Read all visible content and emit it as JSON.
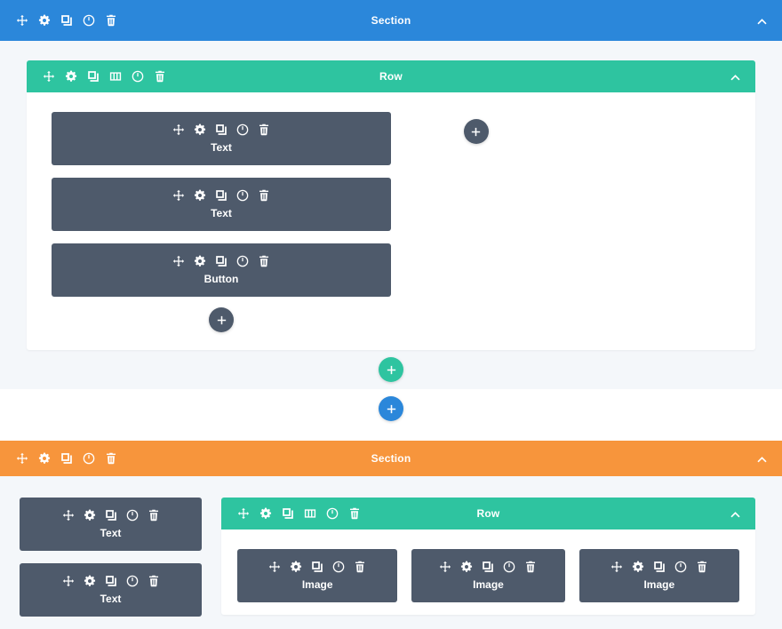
{
  "app": {
    "type": "visual-page-builder-wireframe"
  },
  "colors": {
    "section_blue": "#2b87da",
    "section_orange": "#f7953c",
    "row_green": "#2ec4a0",
    "module_dark": "#4e5a6b",
    "section_body_bg": "#f4f7fa",
    "row_body_bg": "#ffffff"
  },
  "icons": {
    "move": "move-icon",
    "settings": "gear-icon",
    "duplicate": "duplicate-icon",
    "columns": "columns-icon",
    "power": "power-icon",
    "delete": "trash-icon",
    "collapse": "chevron-up-icon",
    "add": "plus-icon"
  },
  "sections": [
    {
      "label": "Section",
      "color": "#2b87da",
      "tools": [
        "move-icon",
        "gear-icon",
        "duplicate-icon",
        "power-icon",
        "trash-icon"
      ],
      "collapse_icon": "chevron-up-icon",
      "rows": [
        {
          "label": "Row",
          "color": "#2ec4a0",
          "tools": [
            "move-icon",
            "gear-icon",
            "duplicate-icon",
            "columns-icon",
            "power-icon",
            "trash-icon"
          ],
          "collapse_icon": "chevron-up-icon",
          "columns": [
            {
              "modules": [
                {
                  "label": "Text",
                  "tools": [
                    "move-icon",
                    "gear-icon",
                    "duplicate-icon",
                    "power-icon",
                    "trash-icon"
                  ]
                },
                {
                  "label": "Text",
                  "tools": [
                    "move-icon",
                    "gear-icon",
                    "duplicate-icon",
                    "power-icon",
                    "trash-icon"
                  ]
                },
                {
                  "label": "Button",
                  "tools": [
                    "move-icon",
                    "gear-icon",
                    "duplicate-icon",
                    "power-icon",
                    "trash-icon"
                  ]
                }
              ],
              "add_module_button": {
                "icon": "plus-icon",
                "color": "#4e5a6b"
              }
            },
            {
              "modules": [],
              "add_module_button": {
                "icon": "plus-icon",
                "color": "#4e5a6b"
              }
            }
          ]
        }
      ],
      "add_row_button": {
        "icon": "plus-icon",
        "color": "#2ec4a0"
      },
      "add_section_button": {
        "icon": "plus-icon",
        "color": "#2b87da"
      }
    },
    {
      "label": "Section",
      "color": "#f7953c",
      "tools": [
        "move-icon",
        "gear-icon",
        "duplicate-icon",
        "power-icon",
        "trash-icon"
      ],
      "collapse_icon": "chevron-up-icon",
      "left_modules": [
        {
          "label": "Text",
          "tools": [
            "move-icon",
            "gear-icon",
            "duplicate-icon",
            "power-icon",
            "trash-icon"
          ]
        },
        {
          "label": "Text",
          "tools": [
            "move-icon",
            "gear-icon",
            "duplicate-icon",
            "power-icon",
            "trash-icon"
          ]
        }
      ],
      "rows": [
        {
          "label": "Row",
          "color": "#2ec4a0",
          "tools": [
            "move-icon",
            "gear-icon",
            "duplicate-icon",
            "columns-icon",
            "power-icon",
            "trash-icon"
          ],
          "collapse_icon": "chevron-up-icon",
          "columns": [
            {
              "modules": [
                {
                  "label": "Image",
                  "tools": [
                    "move-icon",
                    "gear-icon",
                    "duplicate-icon",
                    "power-icon",
                    "trash-icon"
                  ]
                }
              ]
            },
            {
              "modules": [
                {
                  "label": "Image",
                  "tools": [
                    "move-icon",
                    "gear-icon",
                    "duplicate-icon",
                    "power-icon",
                    "trash-icon"
                  ]
                }
              ]
            },
            {
              "modules": [
                {
                  "label": "Image",
                  "tools": [
                    "move-icon",
                    "gear-icon",
                    "duplicate-icon",
                    "power-icon",
                    "trash-icon"
                  ]
                }
              ]
            }
          ]
        }
      ]
    }
  ]
}
